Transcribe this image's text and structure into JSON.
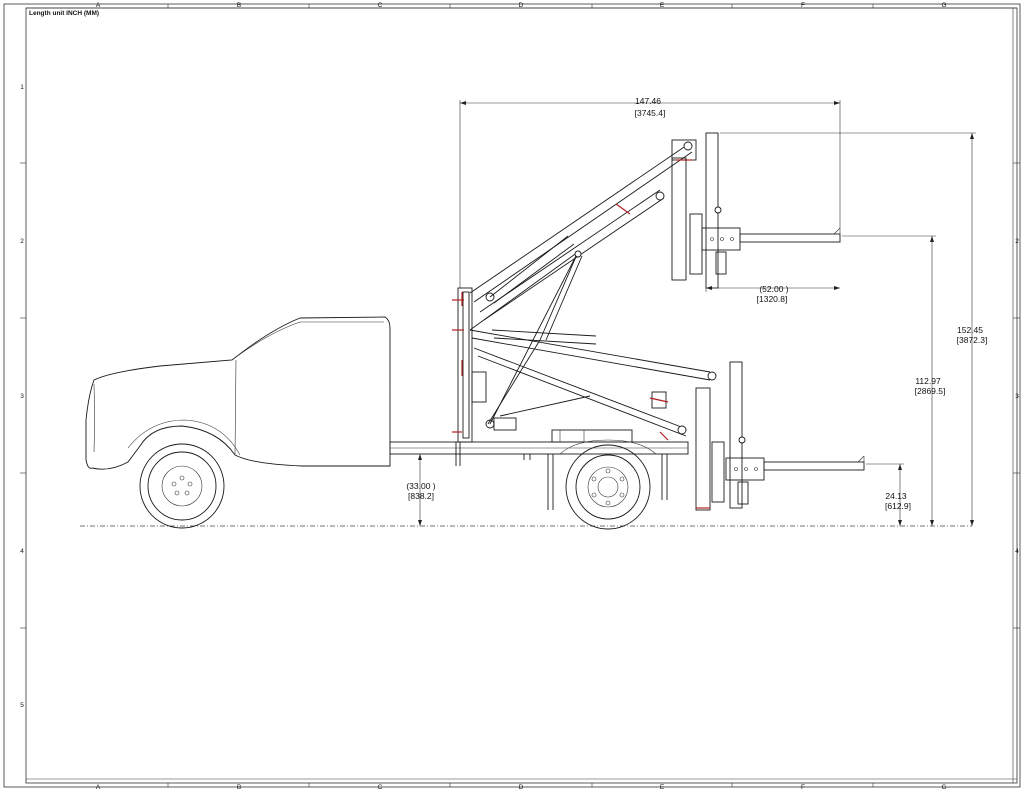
{
  "sheet": {
    "unit_note": "Length unit INCH (MM)",
    "columns": [
      "A",
      "B",
      "C",
      "D",
      "E",
      "F",
      "G"
    ],
    "rows": [
      "1",
      "2",
      "3",
      "4",
      "5"
    ]
  },
  "dimensions": {
    "overall_reach": {
      "inch": "147.46",
      "mm": "[3745.4]"
    },
    "fork_length": {
      "inch": "(52.00   )",
      "mm": "[1320.8]"
    },
    "max_height": {
      "inch": "152.45",
      "mm": "[3872.3]"
    },
    "fork_height_raised": {
      "inch": "112.97",
      "mm": "[2869.5]"
    },
    "frame_height": {
      "inch": "(33.00   )",
      "mm": "[838.2]"
    },
    "fork_height_lowered": {
      "inch": "24.13",
      "mm": "[612.9]"
    }
  }
}
